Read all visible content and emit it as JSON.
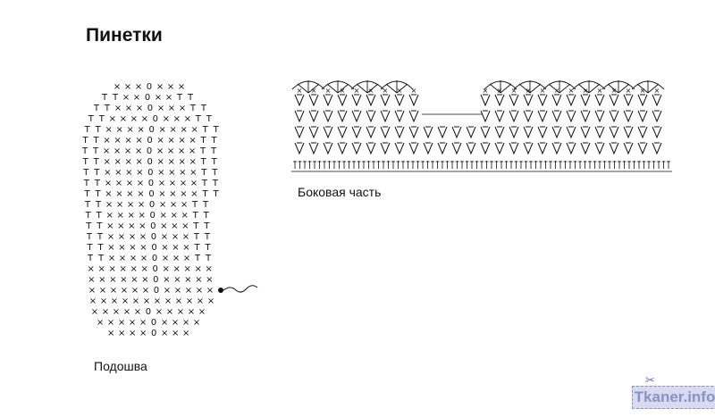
{
  "title": "Пинетки",
  "sole": {
    "label": "Подошва"
  },
  "side": {
    "label": "Боковая часть"
  },
  "watermark": {
    "text": "Tkaner.info",
    "icon": "scissors-icon"
  }
}
